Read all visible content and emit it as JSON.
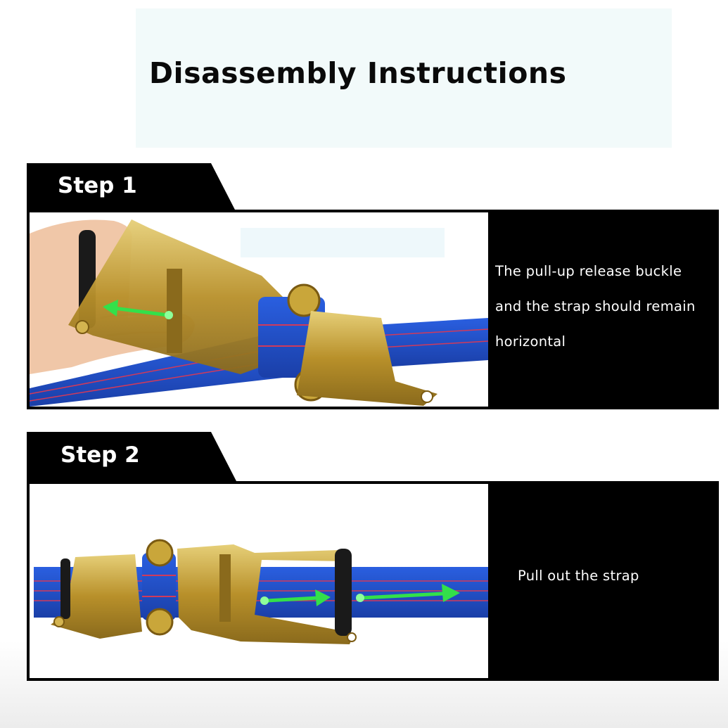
{
  "header": {
    "title": "Disassembly Instructions"
  },
  "steps": [
    {
      "label": "Step 1",
      "caption_lines": [
        "The pull-up release buckle",
        "and the strap should remain",
        "horizontal"
      ]
    },
    {
      "label": "Step 2",
      "caption_lines": [
        "Pull out the strap"
      ]
    }
  ],
  "colors": {
    "strap": "#1f4fc8",
    "stripe": "#d23a5a",
    "metal": "#c9a63a",
    "arrow": "#33e04a",
    "panel": "#000000"
  }
}
